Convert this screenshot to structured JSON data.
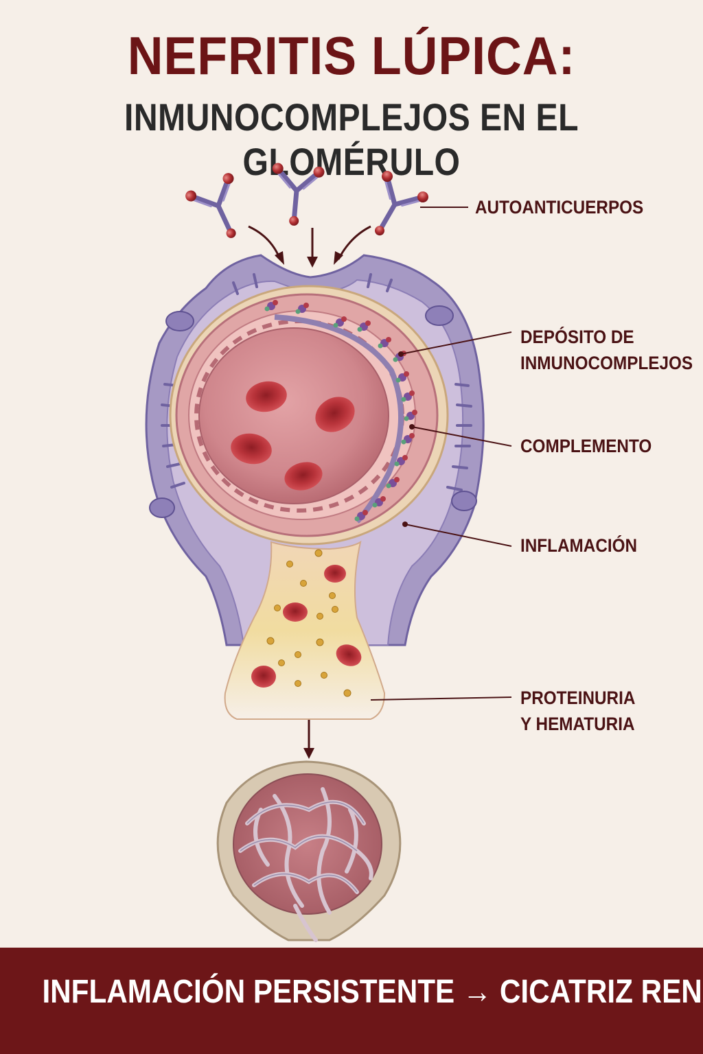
{
  "title": {
    "line1": "NEFRITIS LÚPICA:",
    "line2": "INMUNOCOMPLEJOS EN EL GLOMÉRULO"
  },
  "labels": {
    "autoanticuerpos": "AUTOANTICUERPOS",
    "deposito_line1": "DEPÓSITO DE",
    "deposito_line2": "INMUNOCOMPLEJOS",
    "complemento": "COMPLEMENTO",
    "inflamacion": "INFLAMACIÓN",
    "proteinuria_line1": "PROTEINURIA",
    "proteinuria_line2": "Y HEMATURIA"
  },
  "footer": {
    "text": "INFLAMACIÓN PERSISTENTE → CICATRIZ RENAL"
  },
  "colors": {
    "title_red": "#6b1416",
    "footer_bg": "#6d1618",
    "podocyte_purple": "#8f7fb0",
    "capillary_pink": "#d9939a",
    "blood_cell": "#b8333a",
    "urine_yellow": "#f1dca0"
  }
}
